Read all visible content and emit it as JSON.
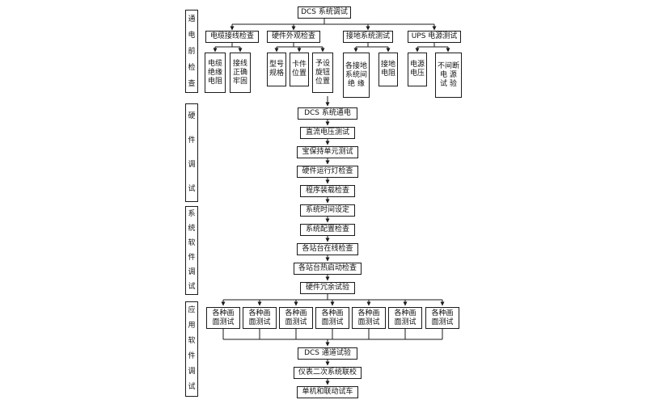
{
  "diagram": {
    "root": "DCS 系统调试",
    "sections": [
      "通\n电\n前\n检\n查",
      "硬\n件\n调\n试",
      "系\n统\n软\n件\n调\n试",
      "应\n用\n软\n件\n调\n试"
    ],
    "groups": [
      {
        "label": "电缆接线检查",
        "children": [
          "电缆\n绝缘\n电阻",
          "接线\n正确\n牢固"
        ]
      },
      {
        "label": "硬件外观检查",
        "children": [
          "型号\n规格",
          "卡件\n位置",
          "予设\n旋钮\n位置"
        ]
      },
      {
        "label": "接地系统测试",
        "children": [
          "各接地\n系统间\n绝 缘",
          "接地\n电阻"
        ]
      },
      {
        "label": "UPS 电源测试",
        "children": [
          "电源\n电压",
          "不间断\n电 源\n试 验"
        ]
      }
    ],
    "chain": [
      "DCS 系统通电",
      "直流电压测试",
      "宝保持单元测试",
      "硬件运行灯检查",
      "程序装载检查",
      "系统时间设定",
      "系统配置检查",
      "各站台在线检查",
      "各站台热启动检查",
      "硬件冗余试验"
    ],
    "screens": [
      "各种画\n面测试",
      "各种画\n面测试",
      "各种画\n面测试",
      "各种画\n面测试",
      "各种画\n面测试",
      "各种画\n面测试",
      "各种画\n面测试"
    ],
    "final": [
      "DCS 通道试验",
      "仪表二次系统联校",
      "单机和联动试车"
    ]
  }
}
